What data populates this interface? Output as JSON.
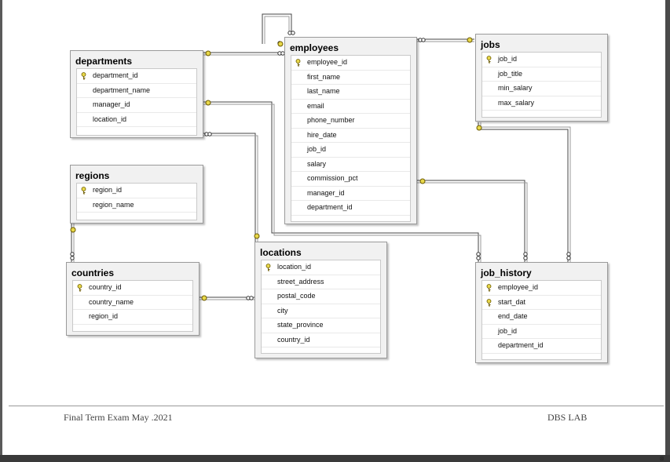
{
  "tables": {
    "departments": {
      "title": "departments",
      "columns": [
        {
          "name": "department_id",
          "pk": true
        },
        {
          "name": "department_name",
          "pk": false
        },
        {
          "name": "manager_id",
          "pk": false
        },
        {
          "name": "location_id",
          "pk": false
        }
      ]
    },
    "employees": {
      "title": "employees",
      "columns": [
        {
          "name": "employee_id",
          "pk": true
        },
        {
          "name": "first_name",
          "pk": false
        },
        {
          "name": "last_name",
          "pk": false
        },
        {
          "name": "email",
          "pk": false
        },
        {
          "name": "phone_number",
          "pk": false
        },
        {
          "name": "hire_date",
          "pk": false
        },
        {
          "name": "job_id",
          "pk": false
        },
        {
          "name": "salary",
          "pk": false
        },
        {
          "name": "commission_pct",
          "pk": false
        },
        {
          "name": "manager_id",
          "pk": false
        },
        {
          "name": "department_id",
          "pk": false
        }
      ]
    },
    "jobs": {
      "title": "jobs",
      "columns": [
        {
          "name": "job_id",
          "pk": true
        },
        {
          "name": "job_title",
          "pk": false
        },
        {
          "name": "min_salary",
          "pk": false
        },
        {
          "name": "max_salary",
          "pk": false
        }
      ]
    },
    "regions": {
      "title": "regions",
      "columns": [
        {
          "name": "region_id",
          "pk": true
        },
        {
          "name": "region_name",
          "pk": false
        }
      ]
    },
    "countries": {
      "title": "countries",
      "columns": [
        {
          "name": "country_id",
          "pk": true
        },
        {
          "name": "country_name",
          "pk": false
        },
        {
          "name": "region_id",
          "pk": false
        }
      ]
    },
    "locations": {
      "title": "locations",
      "columns": [
        {
          "name": "location_id",
          "pk": true
        },
        {
          "name": "street_address",
          "pk": false
        },
        {
          "name": "postal_code",
          "pk": false
        },
        {
          "name": "city",
          "pk": false
        },
        {
          "name": "state_province",
          "pk": false
        },
        {
          "name": "country_id",
          "pk": false
        }
      ]
    },
    "job_history": {
      "title": "job_history",
      "columns": [
        {
          "name": "employee_id",
          "pk": true
        },
        {
          "name": "start_dat",
          "pk": true
        },
        {
          "name": "end_date",
          "pk": false
        },
        {
          "name": "job_id",
          "pk": false
        },
        {
          "name": "department_id",
          "pk": false
        }
      ]
    }
  },
  "footer": {
    "left": "Final Term Exam May .2021",
    "right": "DBS LAB"
  },
  "colors": {
    "key_fill": "#e8d84a",
    "key_stroke": "#6b5a00",
    "link": "#444444",
    "header_bg": "#f1f1f1"
  },
  "corner_glyph": "⊠"
}
